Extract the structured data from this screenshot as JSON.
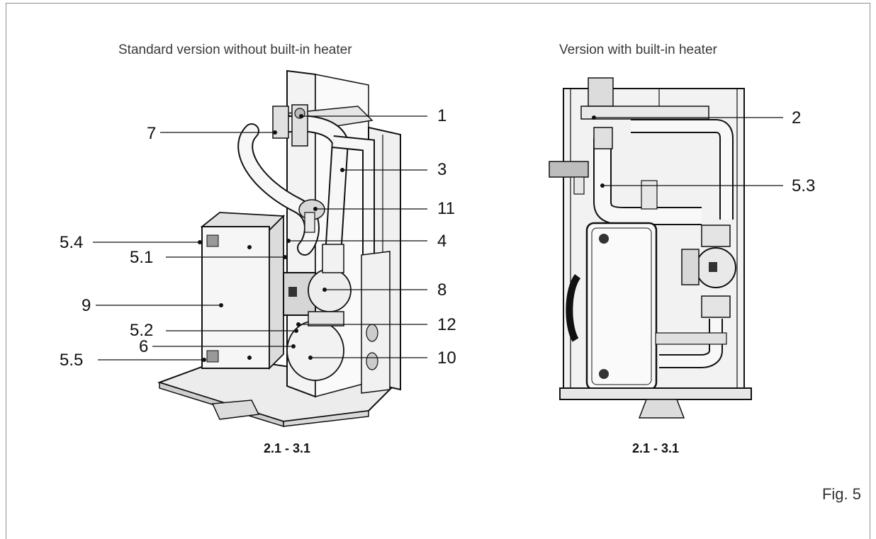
{
  "left_panel": {
    "title": "Standard version without built-in heater",
    "caption": "2.1 - 3.1",
    "callouts": {
      "c1": "1",
      "c7": "7",
      "c3": "3",
      "c11": "11",
      "c54": "5.4",
      "c4": "4",
      "c51": "5.1",
      "c8": "8",
      "c9": "9",
      "c52": "5.2",
      "c12": "12",
      "c6": "6",
      "c55": "5.5",
      "c10": "10"
    }
  },
  "right_panel": {
    "title": "Version with built-in heater",
    "caption": "2.1 - 3.1",
    "callouts": {
      "c2": "2",
      "c53": "5.3"
    }
  },
  "figure_label": "Fig. 5",
  "colors": {
    "line": "#111111",
    "frame": "#8c8c8c",
    "panel_fill": "#f2f2f2"
  }
}
